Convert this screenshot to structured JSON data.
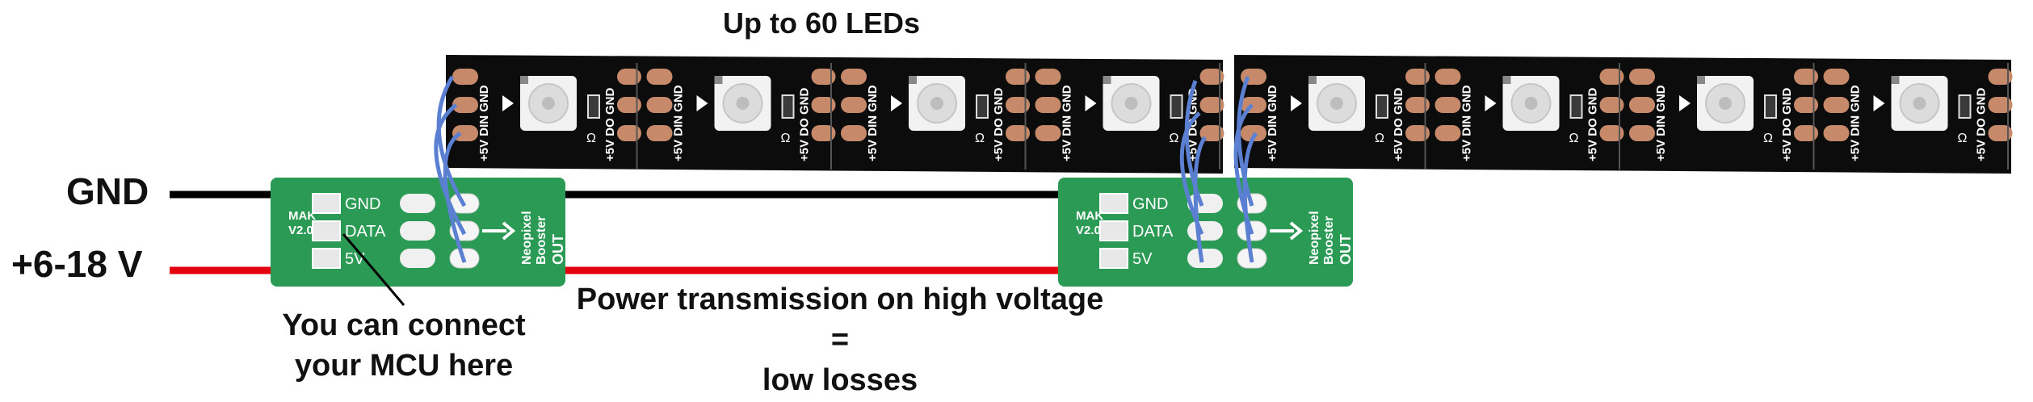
{
  "title": "Up to 60 LEDs",
  "inputs": {
    "gnd": "GND",
    "vin": "+6-18 V"
  },
  "notes": {
    "mcu": [
      "You can connect",
      "your MCU here"
    ],
    "power": [
      "Power transmission on high voltage",
      "=",
      "low losses"
    ]
  },
  "board": {
    "pins": [
      "GND",
      "DATA",
      "5V"
    ],
    "version": [
      "MAK",
      "V2.0"
    ],
    "name": [
      "Neopixel",
      "Booster"
    ],
    "out": "OUT"
  },
  "strip": {
    "pads_left": [
      "+5V",
      "DIN",
      "GND"
    ],
    "pads_right": [
      "+5V",
      "DO",
      "GND"
    ],
    "resistor": "Ω",
    "leds_per_strip": 4
  },
  "colors": {
    "gnd_wire": "#000000",
    "vin_wire": "#e3000f",
    "data_wire": "#5b7fd1",
    "board": "#2a9a55",
    "strip": "#0c0c0c",
    "pad": "#c68a6a"
  }
}
